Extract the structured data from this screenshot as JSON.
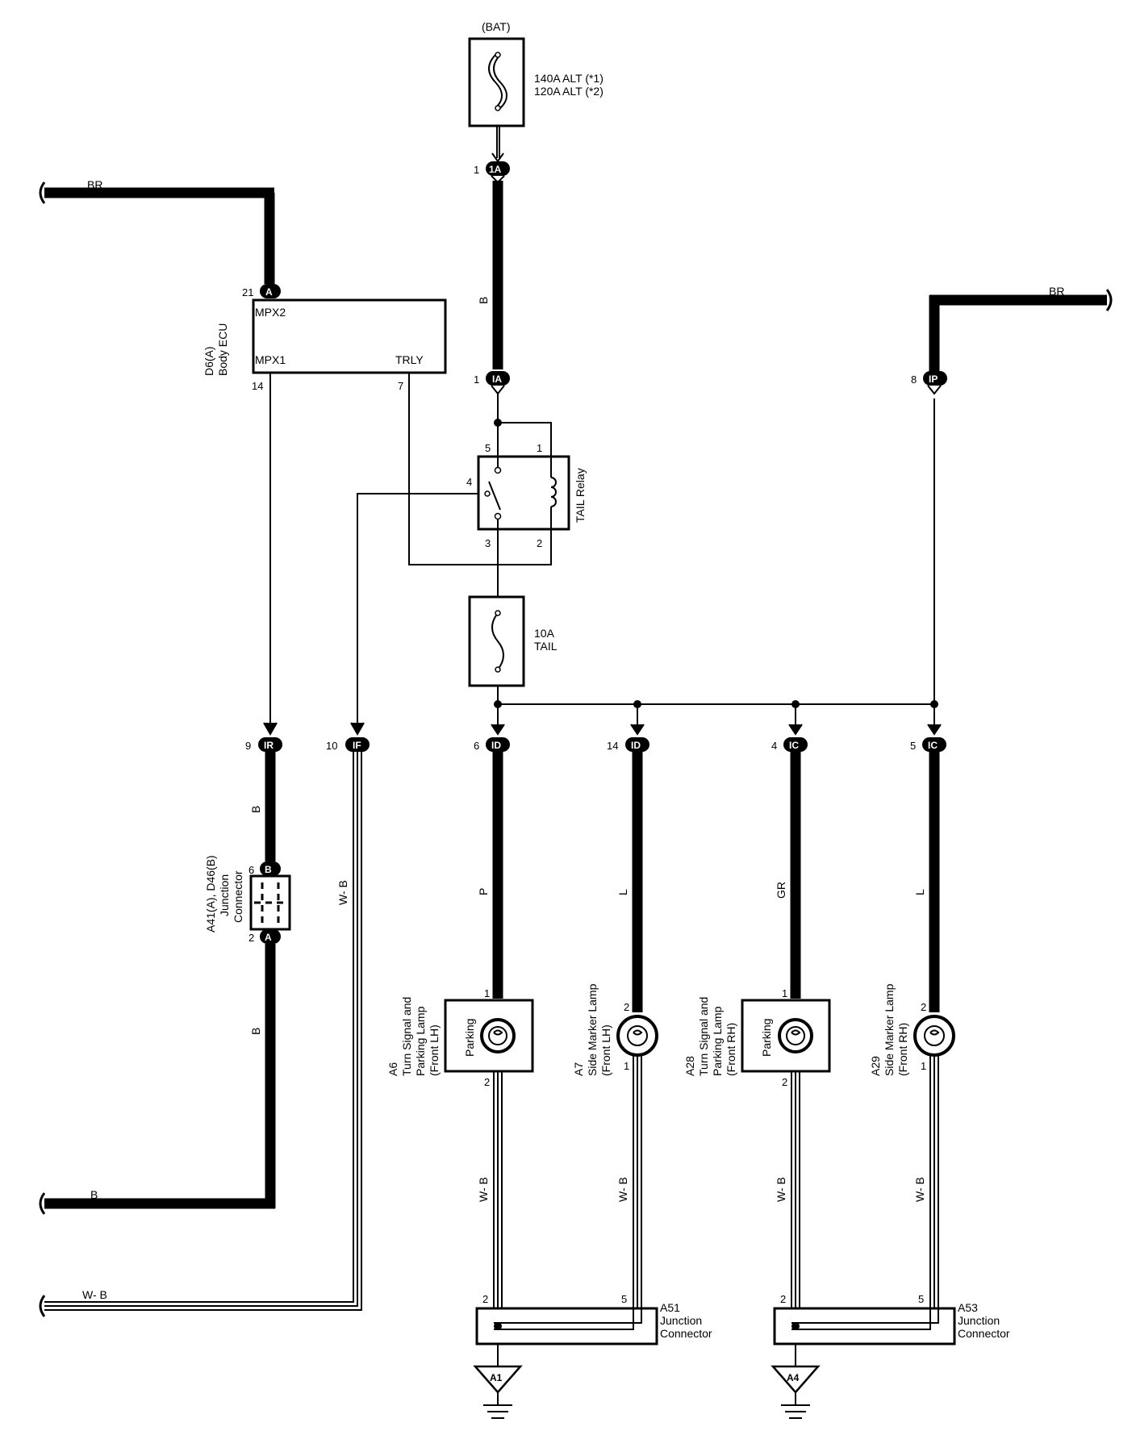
{
  "battery_label": "(BAT)",
  "fuse_main": {
    "line1": "140A ALT (*1)",
    "line2": "120A ALT (*2)"
  },
  "fuse_tail": {
    "line1": "10A",
    "line2": "TAIL"
  },
  "body_ecu": {
    "id": "D6(A)",
    "name": "Body ECU",
    "pin_mpx2": "MPX2",
    "pin_mpx1": "MPX1",
    "pin_trly": "TRLY",
    "pin_21": "21",
    "pin_14": "14",
    "pin_7": "7",
    "conn_a": "A"
  },
  "relay": {
    "name": "TAIL Relay",
    "pins": {
      "p1": "1",
      "p2": "2",
      "p3": "3",
      "p4": "4",
      "p5": "5"
    }
  },
  "wire_colors": {
    "br_left": "BR",
    "br_right": "BR",
    "b_bat": "B",
    "b_ir": "B",
    "b_jc": "B",
    "b_bottom": "B",
    "wb_if": "W- B",
    "wb_bottom": "W- B",
    "p": "P",
    "l_a7": "L",
    "gr": "GR",
    "l_a29": "L",
    "wb_a6": "W- B",
    "wb_a7": "W- B",
    "wb_a28": "W- B",
    "wb_a29": "W- B"
  },
  "connectors": {
    "c1a": {
      "label": "1A",
      "pin": "1"
    },
    "cia_top": {
      "label": "IA",
      "pin": "1"
    },
    "cip": {
      "label": "IP",
      "pin": "8"
    },
    "cir": {
      "label": "IR",
      "pin": "9"
    },
    "cif": {
      "label": "IF",
      "pin": "10"
    },
    "cid6": {
      "label": "ID",
      "pin": "6"
    },
    "cid14": {
      "label": "ID",
      "pin": "14"
    },
    "cic4": {
      "label": "IC",
      "pin": "4"
    },
    "cic5": {
      "label": "IC",
      "pin": "5"
    },
    "cjb6": {
      "label": "B",
      "pin": "6"
    },
    "cja2": {
      "label": "A",
      "pin": "2"
    }
  },
  "junction_connector_a41": {
    "line1": "A41(A), D46(B)",
    "line2": "Junction",
    "line3": "Connector"
  },
  "lamps": {
    "a6": {
      "id": "A6",
      "name1": "Turn Signal and",
      "name2": "Parking Lamp",
      "name3": "(Front LH)",
      "inner": "Parking",
      "pin_top": "1",
      "pin_bot": "2"
    },
    "a7": {
      "id": "A7",
      "name1": "Side Marker Lamp",
      "name2": "(Front LH)",
      "pin_top": "2",
      "pin_bot": "1"
    },
    "a28": {
      "id": "A28",
      "name1": "Turn Signal and",
      "name2": "Parking Lamp",
      "name3": "(Front RH)",
      "inner": "Parking",
      "pin_top": "1",
      "pin_bot": "2"
    },
    "a29": {
      "id": "A29",
      "name1": "Side Marker Lamp",
      "name2": "(Front RH)",
      "pin_top": "2",
      "pin_bot": "1"
    }
  },
  "junction_a51": {
    "id": "A51",
    "line2": "Junction",
    "line3": "Connector",
    "pin_l": "2",
    "pin_r": "5"
  },
  "junction_a53": {
    "id": "A53",
    "line2": "Junction",
    "line3": "Connector",
    "pin_l": "2",
    "pin_r": "5"
  },
  "grounds": {
    "g1": "A1",
    "g2": "A4"
  }
}
